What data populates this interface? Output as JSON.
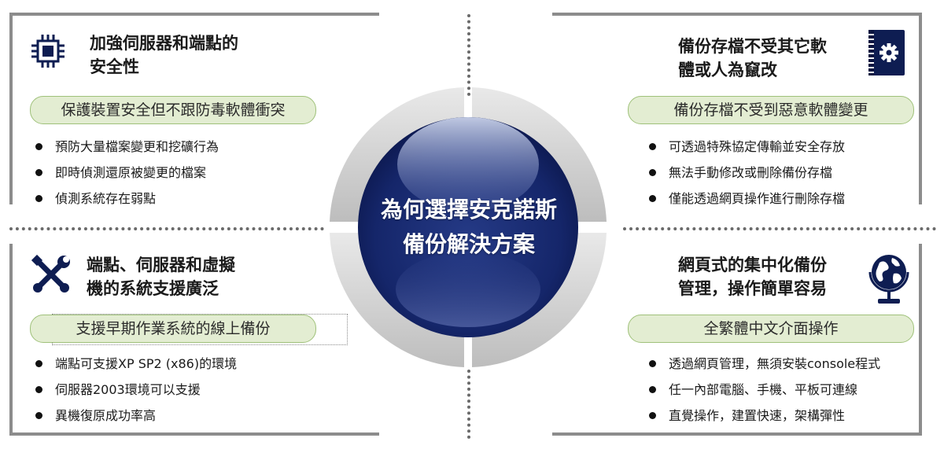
{
  "center": {
    "line1": "為何選擇安克諾斯",
    "line2": "備份解決方案"
  },
  "quadrants": {
    "top_left": {
      "icon": "cpu-chip-icon",
      "title_line1": "加強伺服器和端點的",
      "title_line2": "安全性",
      "pill": "保護裝置安全但不跟防毒軟體衝突",
      "bullets": [
        "預防大量檔案變更和挖礦行為",
        "即時偵測還原被變更的檔案",
        "偵測系統存在弱點"
      ]
    },
    "top_right": {
      "icon": "book-gear-icon",
      "title_line1": "備份存檔不受其它軟",
      "title_line2": "體或人為竄改",
      "pill": "備份存檔不受到惡意軟體變更",
      "bullets": [
        "可透過特殊協定傳輸並安全存放",
        "無法手動修改或刪除備份存檔",
        "僅能透過網頁操作進行刪除存檔"
      ]
    },
    "bottom_left": {
      "icon": "wrench-screwdriver-icon",
      "title_line1": "端點、伺服器和虛擬",
      "title_line2": "機的系統支援廣泛",
      "pill": "支援早期作業系統的線上備份",
      "bullets": [
        "端點可支援XP SP2 (x86)的環境",
        "伺服器2003環境可以支援",
        "異機復原成功率高"
      ]
    },
    "bottom_right": {
      "icon": "globe-icon",
      "title_line1": "網頁式的集中化備份",
      "title_line2": "管理，操作簡單容易",
      "pill": "全繁體中文介面操作",
      "bullets": [
        "透過網頁管理，無須安裝console程式",
        "任一內部電腦、手機、平板可連線",
        "直覺操作，建置快速，架構彈性"
      ]
    }
  },
  "colors": {
    "navy": "#0e1d52",
    "pill_fill": "#e3edd2",
    "pill_border": "#9fc17a",
    "frame": "#8c8c8c"
  }
}
